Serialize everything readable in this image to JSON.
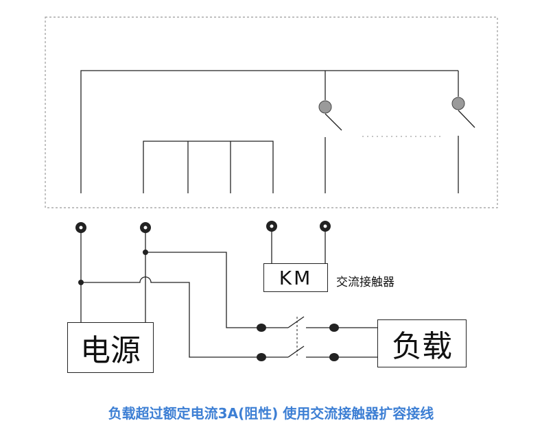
{
  "labels": {
    "power": "电源",
    "load": "负载",
    "km": "KM",
    "km_description": "交流接触器"
  },
  "caption": "负载超过额定电流3A(阻性) 使用交流接触器扩容接线",
  "colors": {
    "line": "#222222",
    "dashed_border": "#999999",
    "caption": "#3d7fd4",
    "relay_contact": "#9a9a9a"
  }
}
